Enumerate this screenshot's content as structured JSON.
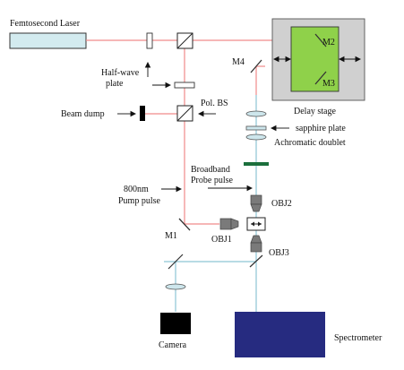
{
  "labels": {
    "laser": "Femtosecond Laser",
    "half_wave_plate_line1": "Half-wave",
    "half_wave_plate_line2": "plate",
    "pol_bs": "Pol. BS",
    "beam_dump": "Beam dump",
    "m2": "M2",
    "m3": "M3",
    "m4": "M4",
    "delay_stage": "Delay stage",
    "sapphire_plate": "sapphire plate",
    "achromatic_doublet": "Achromatic doublet",
    "broadband_line1": "Broadband",
    "broadband_line2": "Probe pulse",
    "pump_line1": "800nm",
    "pump_line2": "Pump pulse",
    "obj2": "OBJ2",
    "obj1": "OBJ1",
    "obj3": "OBJ3",
    "m1": "M1",
    "camera": "Camera",
    "spectrometer": "Spectrometer"
  },
  "colors": {
    "pump_beam": "#f08a8a",
    "probe_beam": "#8ec5d4",
    "laser_fill": "#d3ebef",
    "delay_stage_fill": "#d0d0d0",
    "translation_block_fill": "#8fd14a",
    "spectrometer_fill": "#262b80",
    "camera_fill": "#000000",
    "sapphire_fill": "#1b6f3c",
    "objective_fill": "#7a7a7a",
    "optic_fill": "#cde6ec"
  }
}
